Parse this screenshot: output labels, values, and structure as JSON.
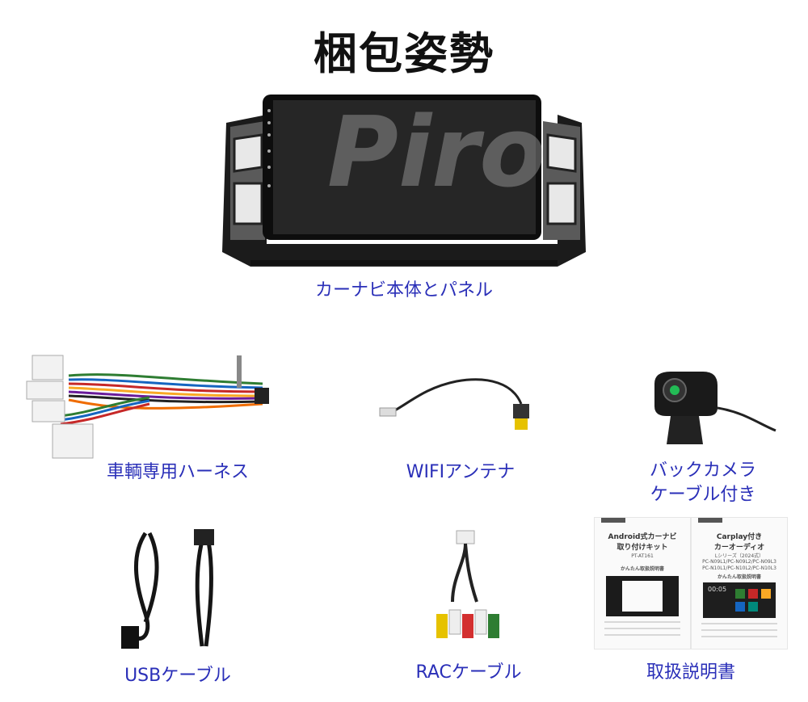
{
  "title": "梱包姿勢",
  "watermark": "Piro",
  "items": [
    {
      "caption": "カーナビ本体とパネル"
    },
    {
      "caption": "車輌専用ハーネス"
    },
    {
      "caption": "WIFIアンテナ"
    },
    {
      "caption_line1": "バックカメラ",
      "caption_line2": "ケーブル付き"
    },
    {
      "caption": "USBケーブル"
    },
    {
      "caption": "RACケーブル"
    },
    {
      "caption": "取扱説明書"
    }
  ],
  "manual_left": {
    "title_line1": "Android式カーナビ",
    "title_line2": "取り付けキット",
    "model": "PT-AT161",
    "subtitle": "かんたん取扱説明書"
  },
  "manual_right": {
    "title_line1": "Carplay付き",
    "title_line2": "カーオーディオ",
    "series": "Lシリーズ（2024式）",
    "models_line1": "PC-N09L1/PC-N09L2/PC-N09L3",
    "models_line2": "PC-N10L1/PC-N10L2/PC-N10L3",
    "subtitle": "かんたん取扱説明書",
    "screen_time": "00:05"
  },
  "colors": {
    "caption": "#2a2fb8",
    "title": "#111111"
  }
}
